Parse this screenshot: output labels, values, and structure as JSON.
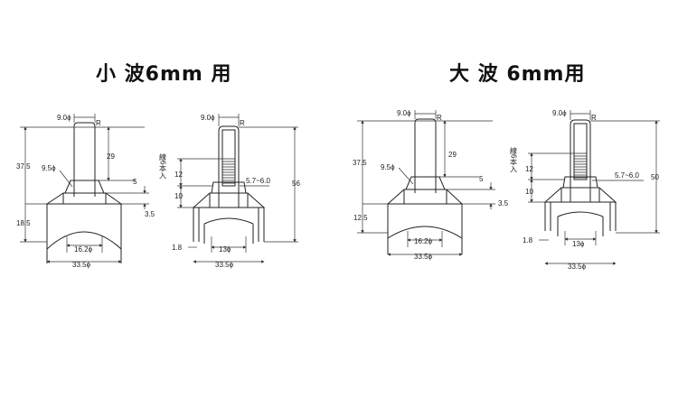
{
  "titles": {
    "small": "小 波6mm 用",
    "large": "大 波 6mm用"
  },
  "labels": {
    "phi9": "9.0ϕ",
    "r": "R",
    "d375": "37.5",
    "d29": "29",
    "phi95": "9.5ϕ",
    "d5": "5",
    "d35": "3.5",
    "d185": "18.5",
    "d125": "12.5",
    "phi162": "16.2ϕ",
    "phi335": "33.5ϕ",
    "wire": "線6本入",
    "d12": "12",
    "d10": "10",
    "range": "5.7~6.0",
    "d56": "56",
    "d50": "50",
    "d18": "1.8",
    "phi13": "13ϕ"
  }
}
